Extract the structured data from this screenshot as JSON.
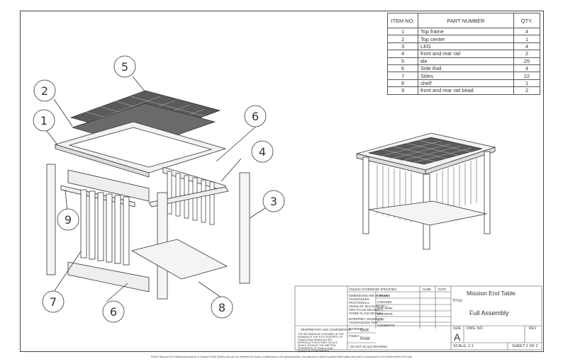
{
  "bom": {
    "headers": [
      "ITEM NO.",
      "PART NUMBER",
      "QTY."
    ],
    "rows": [
      [
        "1",
        "Top frame",
        "4"
      ],
      [
        "2",
        "Top center",
        "1"
      ],
      [
        "3",
        "LEG",
        "4"
      ],
      [
        "4",
        "front and rear rail",
        "2"
      ],
      [
        "5",
        "tile",
        "25"
      ],
      [
        "6",
        "Side Rail",
        "4"
      ],
      [
        "7",
        "Stiles",
        "22"
      ],
      [
        "8",
        "shelf",
        "1"
      ],
      [
        "9",
        "front and rear rail bead",
        "2"
      ]
    ]
  },
  "balloons": [
    "1",
    "2",
    "3",
    "4",
    "5",
    "6",
    "6",
    "7",
    "8",
    "9"
  ],
  "title_block": {
    "unless_specified": "UNLESS OTHERWISE SPECIFIED:",
    "name": "NAME",
    "date": "DATE",
    "drawn": "DRAWN",
    "checked": "CHECKED",
    "eng_appr": "ENG APPR.",
    "mfg_appr": "MFG APPR.",
    "qa": "Q.A.",
    "comments": "COMMENTS:",
    "dimensions": "DIMENSIONS ARE IN INCHES",
    "tolerances": "TOLERANCES:",
    "fractional": "FRACTIONAL±",
    "angular": "ANGULAR: MACH±   BEND ±",
    "two_place": "TWO PLACE DECIMAL   ±",
    "three_place": "THREE PLACE DECIMAL  ±",
    "interpret": "INTERPRET GEOMETRIC",
    "tolerancing": "TOLERANCING PER:",
    "material_label": "MATERIAL",
    "material": "OAK",
    "finish_label": "FINISH",
    "finish": "RAW",
    "no_scale": "DO NOT SCALE DRAWING",
    "proprietary": "PROPRIETARY AND CONFIDENTIAL",
    "proprietary_text": "THE INFORMATION CONTAINED IN THIS DRAWING IS THE SOLE PROPERTY OF Tobacco Road Sydney.com ANY REPRODUCTION IN PART OR AS A WHOLE WITHOUT THE WRITTEN PERMISSION OF Tobacco Road Sydney.com IS PROHIBITED.",
    "project": "Mission End Table",
    "title_label": "TITLE:",
    "title": "Full Assembly",
    "size_label": "SIZE",
    "size": "A",
    "dwg_label": "DWG.  NO.",
    "rev_label": "REV",
    "scale": "SCALE: 1:1",
    "sheet": "SHEET 1 OF 2"
  },
  "footer": "These Plans are the Intellectual property of Tobacco Road Sydney and are not intended for resale or distribution to the general public. Any attempt to resell or publish these plans will result in prosecution to the fullest extent of the law."
}
